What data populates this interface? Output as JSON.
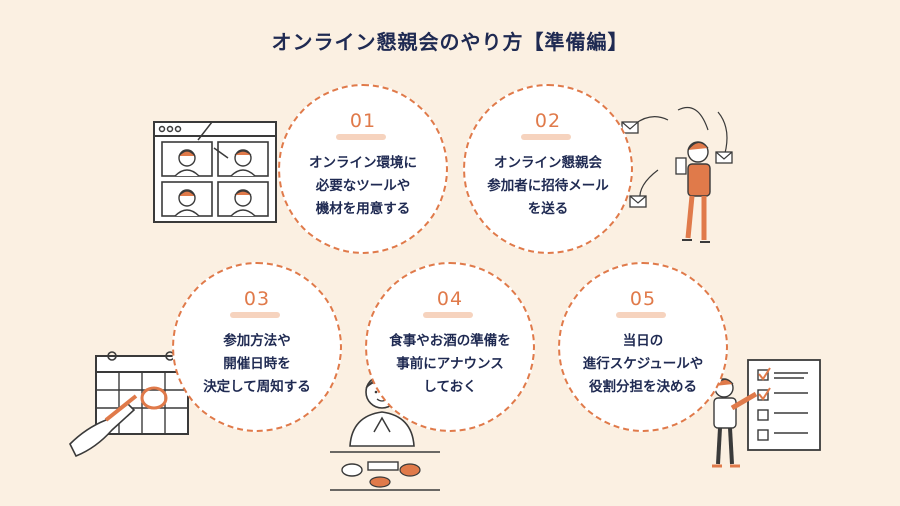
{
  "title": "オンライン懇親会のやり方【準備編】",
  "colors": {
    "accent": "#E07A4A",
    "navy": "#1F2A52",
    "background": "#FBF0E2",
    "circle": "#FFFFFF"
  },
  "steps": [
    {
      "num": "01",
      "lines": [
        "オンライン環境に",
        "必要なツールや",
        "機材を用意する"
      ]
    },
    {
      "num": "02",
      "lines": [
        "オンライン懇親会",
        "参加者に招待メール",
        "を送る"
      ]
    },
    {
      "num": "03",
      "lines": [
        "参加方法や",
        "開催日時を",
        "決定して周知する"
      ]
    },
    {
      "num": "04",
      "lines": [
        "食事やお酒の準備を",
        "事前にアナウンス",
        "しておく"
      ]
    },
    {
      "num": "05",
      "lines": [
        "当日の",
        "進行スケジュールや",
        "役割分担を決める"
      ]
    }
  ],
  "illustrations": [
    "video-call-icon",
    "mail-sending-person-icon",
    "calendar-icon",
    "meal-person-icon",
    "checklist-person-icon"
  ]
}
